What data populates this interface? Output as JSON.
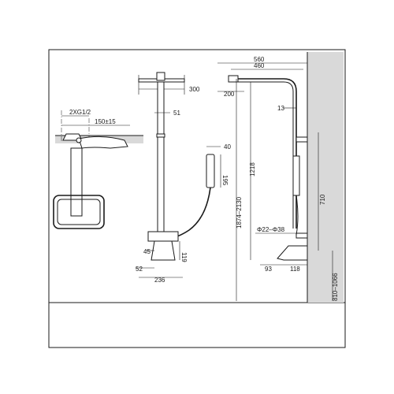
{
  "views": {
    "plan": {
      "dims": {
        "connection": "2XG1/2",
        "spacing": "150±15"
      }
    },
    "front": {
      "dims": {
        "head": "300",
        "riser": "51",
        "handshower_width": "40",
        "handshower_length": "195",
        "spout": "45",
        "left_offset": "52",
        "mixer_width": "236",
        "mixer_height": "119"
      }
    },
    "side": {
      "dims": {
        "overall_reach": "560",
        "arm_reach": "460",
        "head_depth": "200",
        "pipe_gap": "13",
        "riser_height": "1218",
        "total_height": "1874–2130",
        "hose_diameter": "Φ22–Φ38",
        "mixer_depth": "93",
        "wall_depth": "118",
        "mount_height": "810–1066",
        "vertical_span": "710"
      }
    }
  }
}
